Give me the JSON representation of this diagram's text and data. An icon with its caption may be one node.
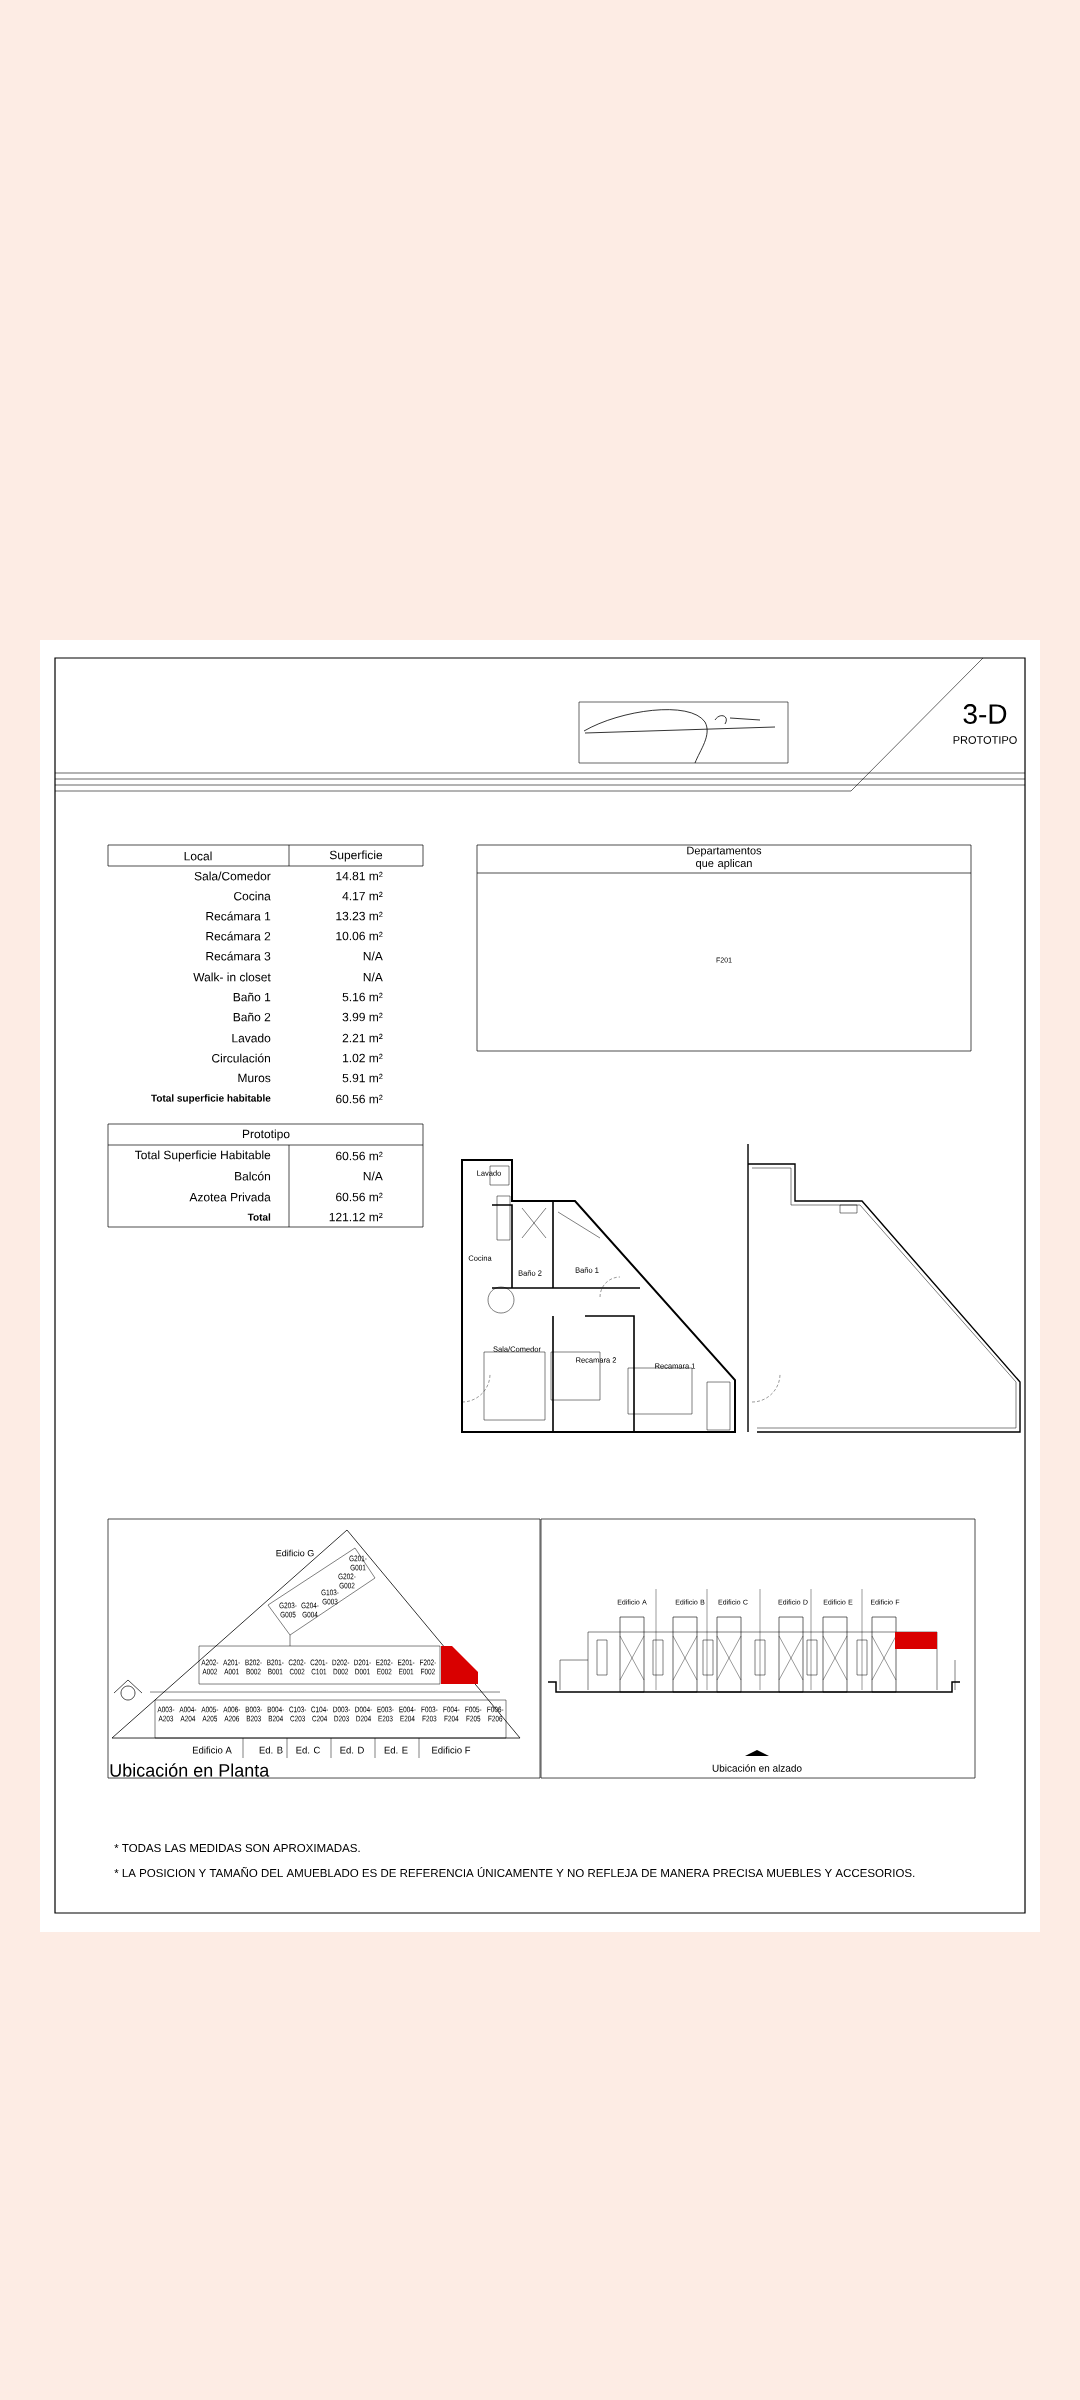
{
  "diagram": {
    "title": "3-D",
    "labels": [
      "PROTOTIPO",
      "Local",
      "Superficie",
      "Sala/Comedor",
      "14.81 m²",
      "Cocina",
      "4.17 m²",
      "Recámara 1",
      "13.23 m²",
      "Recámara 2",
      "10.06 m²",
      "Recámara 3",
      "N/A",
      "Walk- in closet",
      "N/A",
      "Baño 1",
      "5.16 m²",
      "Baño 2",
      "3.99 m²",
      "Lavado",
      "2.21 m²",
      "Circulación",
      "1.02 m²",
      "Muros",
      "5.91 m²",
      "Total superficie habitable",
      "60.56 m²",
      "Departamentos que aplican",
      "F201",
      "Prototipo",
      "Total Superficie Habitable",
      "60.56 m²",
      "Balcón",
      "N/A",
      "Azotea Privada",
      "60.56 m²",
      "Total",
      "121.12 m²",
      "Lavado",
      "Cocina",
      "Baño 2",
      "Baño 1",
      "Sala/Comedor",
      "Recamara 2",
      "Recamara 1",
      "Edificio G",
      "G201- G001",
      "G202- G002",
      "G103- G003",
      "G203- G005",
      "G204- G004",
      "A202- A002",
      "A201- A001",
      "B202- B002",
      "B201- B001",
      "C202- C002",
      "C201- C101",
      "D202- D002",
      "D201- D001",
      "E202- E002",
      "E201- E001",
      "F202- F002",
      "A003- A203",
      "A004- A204",
      "A005- A205",
      "A006- A206",
      "B003- B203",
      "B004- B204",
      "C103- C203",
      "C104- C204",
      "D003- D203",
      "D004- D204",
      "E003- E203",
      "E004- E204",
      "F003- F203",
      "F004- F204",
      "F005- F205",
      "F006- F206",
      "Edificio A",
      "Ed. B",
      "Ed. C",
      "Ed. D",
      "Ed. E",
      "Edificio F",
      "Ubicación en Planta",
      "Edificio A",
      "Edificio B",
      "Edificio C",
      "Edificio D",
      "Edificio E",
      "Edificio F",
      "Ubicación en alzado",
      "* TODAS LAS MEDIDAS SON APROXIMADAS.",
      "* LA POSICION Y TAMAÑO DEL AMUEBLADO ES DE REFERENCIA ÚNICAMENTE Y NO REFLEJA DE MANERA PRECISA MUEBLES Y ACCESORIOS."
    ]
  }
}
